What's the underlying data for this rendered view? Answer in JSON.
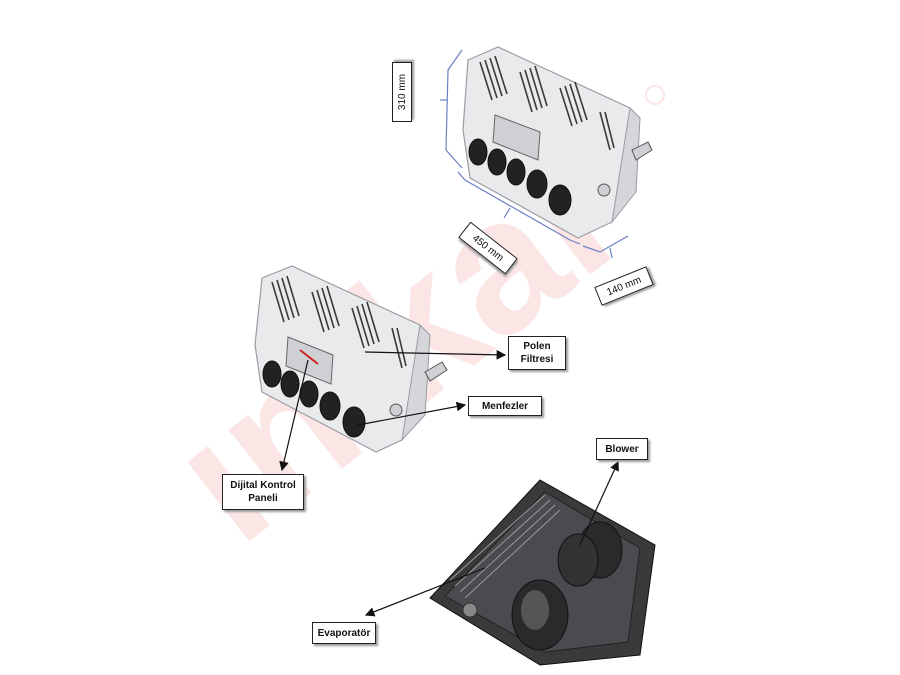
{
  "dimensions": {
    "height": "310 mm",
    "width": "450 mm",
    "depth": "140 mm"
  },
  "callouts": {
    "polen_filtresi": {
      "line1": "Polen",
      "line2": "Filtresi"
    },
    "menfezler": "Menfezler",
    "dijital_kontrol_paneli": {
      "line1": "Dijital Kontrol",
      "line2": "Paneli"
    },
    "blower": "Blower",
    "evaporator": "Evaporatör"
  },
  "watermark": {
    "text": "ınıkal",
    "color": "#e34141"
  },
  "colors": {
    "unit_body": "#e8e8ea",
    "unit_dark": "#222222",
    "dimension_line": "#6b7fc4"
  }
}
